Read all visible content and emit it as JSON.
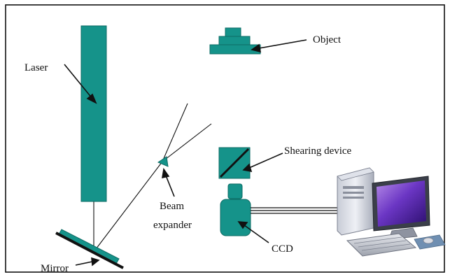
{
  "labels": {
    "laser": "Laser",
    "object": "Object",
    "shearing_device": "Shearing device",
    "beam": "Beam",
    "expander": "expander",
    "ccd": "CCD",
    "mirror": "Mirror"
  },
  "colors": {
    "teal": "#15938a",
    "teal_dark": "#0d6b64",
    "frame": "#111111",
    "line": "#111111"
  }
}
